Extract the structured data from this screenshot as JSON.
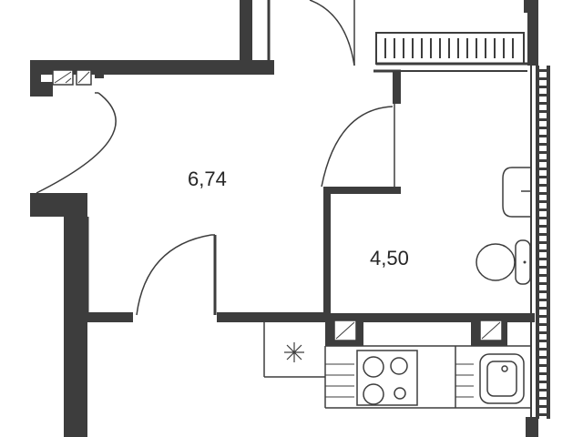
{
  "rooms": [
    {
      "id": "hall",
      "area": "6,74"
    },
    {
      "id": "bathroom",
      "area": "4,50"
    }
  ],
  "colors": {
    "wall": "#3d3d3d",
    "line": "#3d3d3d",
    "text": "#262626",
    "background": "#ffffff"
  },
  "icons": [
    "ventilation-shaft-icon",
    "stove-icon",
    "sink-icon",
    "toilet-icon",
    "bathroom-sink-icon",
    "radiator-icon",
    "ac-unit-icon"
  ]
}
